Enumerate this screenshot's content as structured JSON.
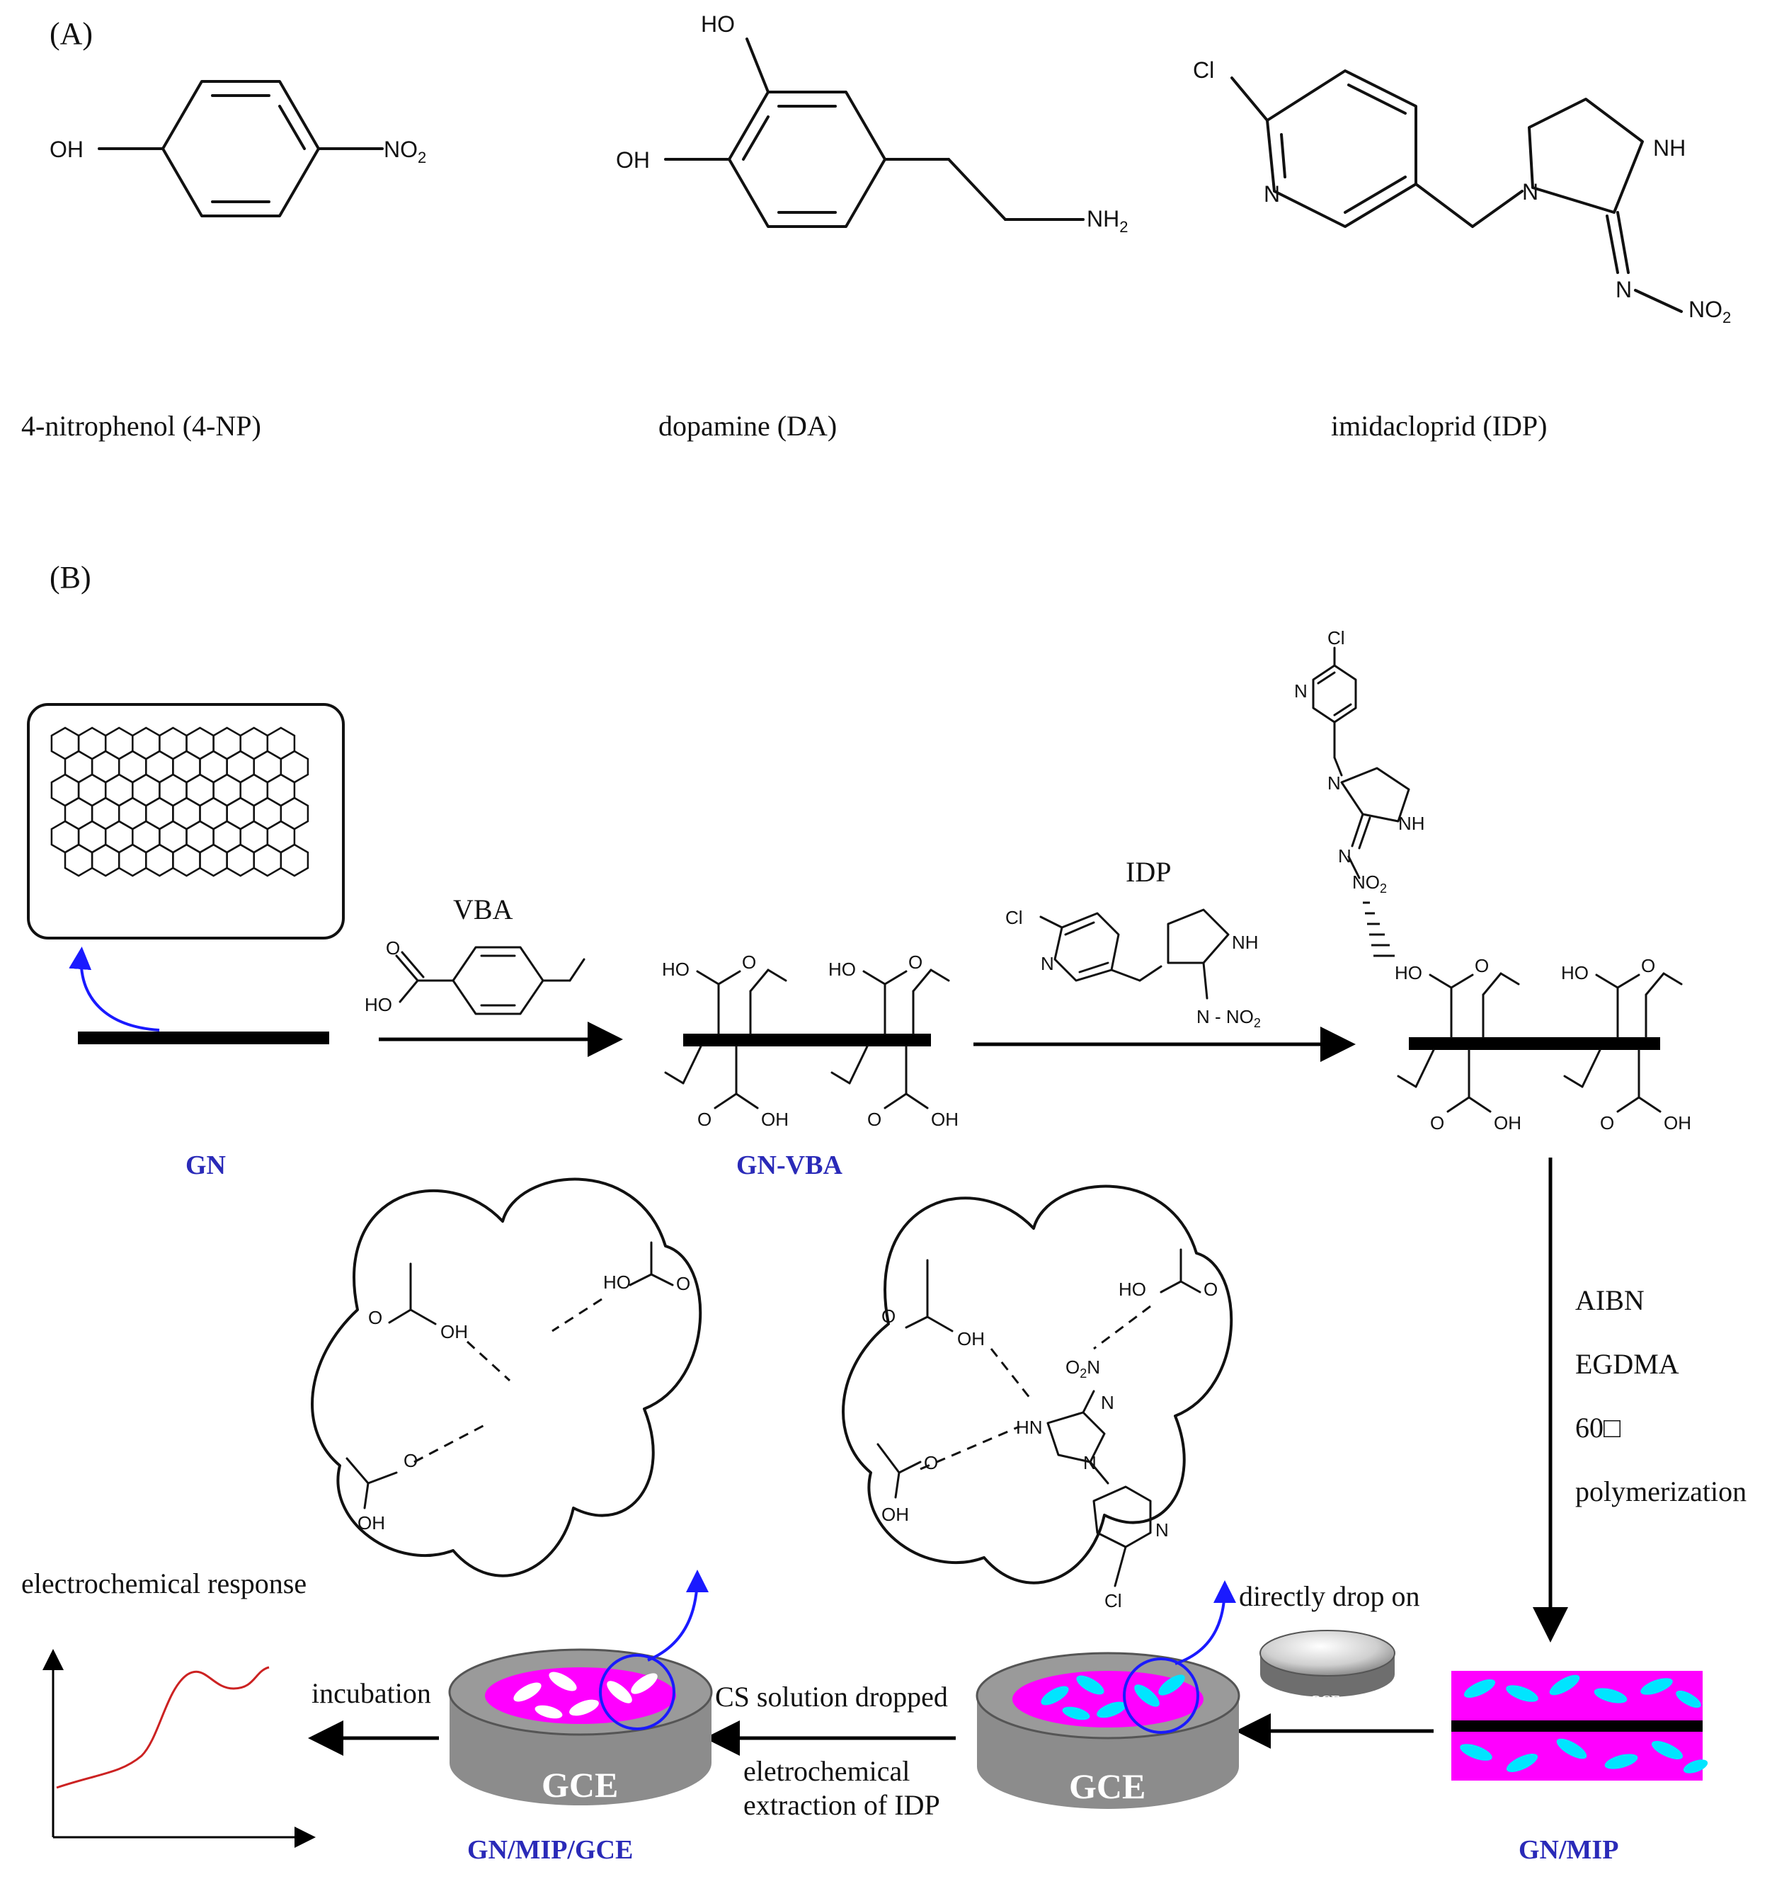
{
  "panel_a": {
    "label": "(A)",
    "compounds": [
      {
        "name": "4-nitrophenol (4-NP)",
        "atoms": {
          "oh": "OH",
          "no2": "NO",
          "no2_sub": "2"
        }
      },
      {
        "name": "dopamine (DA)",
        "atoms": {
          "ho": "HO",
          "oh": "OH",
          "nh2": "NH",
          "nh2_sub": "2"
        }
      },
      {
        "name": "imidacloprid (IDP)",
        "atoms": {
          "cl": "Cl",
          "n": "N",
          "n1": "N",
          "nh": "NH",
          "n2": "N",
          "no2": "NO",
          "no2_sub": "2"
        }
      }
    ]
  },
  "panel_b": {
    "label": "(B)",
    "steps": {
      "vba": "VBA",
      "idp": "IDP",
      "conditions": [
        "AIBN",
        "EGDMA",
        "60□",
        "polymerization"
      ],
      "directly_drop_on": "directly drop on",
      "cs_solution_dropped": "CS solution dropped",
      "extraction_line1": "eletrochemical",
      "extraction_line2": "extraction of IDP",
      "incubation": "incubation",
      "electrochemical_response": "electrochemical response"
    },
    "materials": {
      "gn": "GN",
      "gn_vba": "GN-VBA",
      "gn_mip": "GN/MIP",
      "gn_mip_gce": "GN/MIP/GCE",
      "gce": "GCE",
      "gce_small": "GCE"
    },
    "atoms": {
      "ho": "HO",
      "oh": "OH",
      "o": "O",
      "cl": "Cl",
      "n": "N",
      "nh": "NH",
      "hn": "HN",
      "no2": "NO",
      "no2_sub": "2",
      "n_no2": "N - NO",
      "o2n": "O",
      "o2n_sub": "2",
      "o2n_n": "N"
    },
    "colors": {
      "magenta": "#ff00ff",
      "cyan": "#00e5ff",
      "gray": "#8c8c8c",
      "blue_label": "#2a2ab8",
      "curve": "#cc2222"
    }
  }
}
